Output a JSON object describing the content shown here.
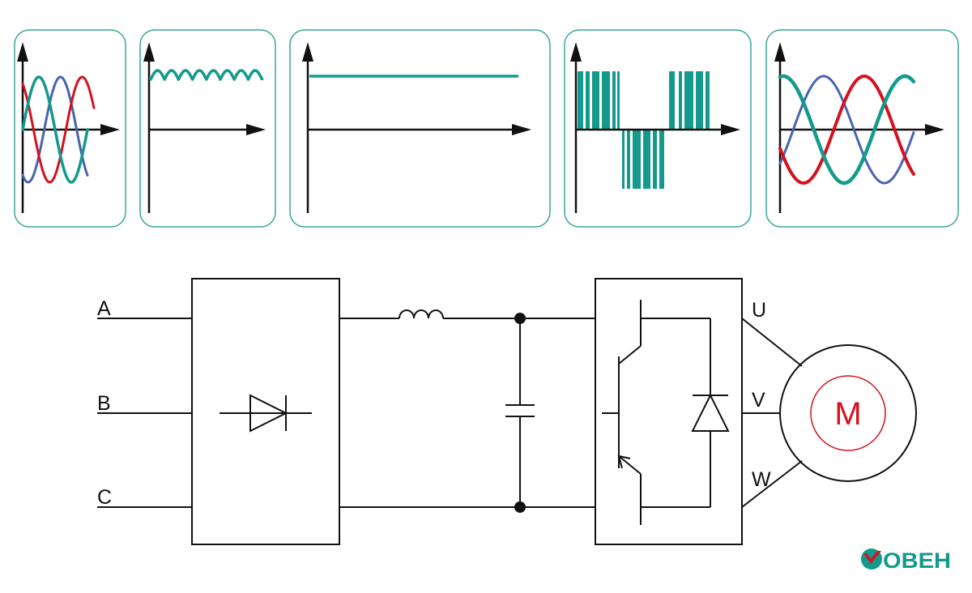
{
  "colors": {
    "teal": "#139a8c",
    "red": "#d4121f",
    "blue": "#4a63b0",
    "line": "#111111",
    "panel_border": "#3aa597",
    "motor_red": "#d4121f",
    "logo_green": "#139a8c",
    "logo_red": "#d4121f"
  },
  "waveform_panels": [
    {
      "id": "three-phase-input",
      "kind": "three-phase-sine"
    },
    {
      "id": "rectified-ripple",
      "kind": "ripple"
    },
    {
      "id": "dc-link",
      "kind": "dc-level"
    },
    {
      "id": "pwm-output",
      "kind": "pwm"
    },
    {
      "id": "three-phase-output",
      "kind": "three-phase-sine"
    }
  ],
  "circuit": {
    "inputs": [
      "A",
      "B",
      "C"
    ],
    "outputs": [
      "U",
      "V",
      "W"
    ],
    "motor_label": "M",
    "blocks": [
      "rectifier",
      "choke",
      "capacitor",
      "inverter",
      "motor"
    ]
  },
  "logo": {
    "text": "ОВЕН"
  }
}
